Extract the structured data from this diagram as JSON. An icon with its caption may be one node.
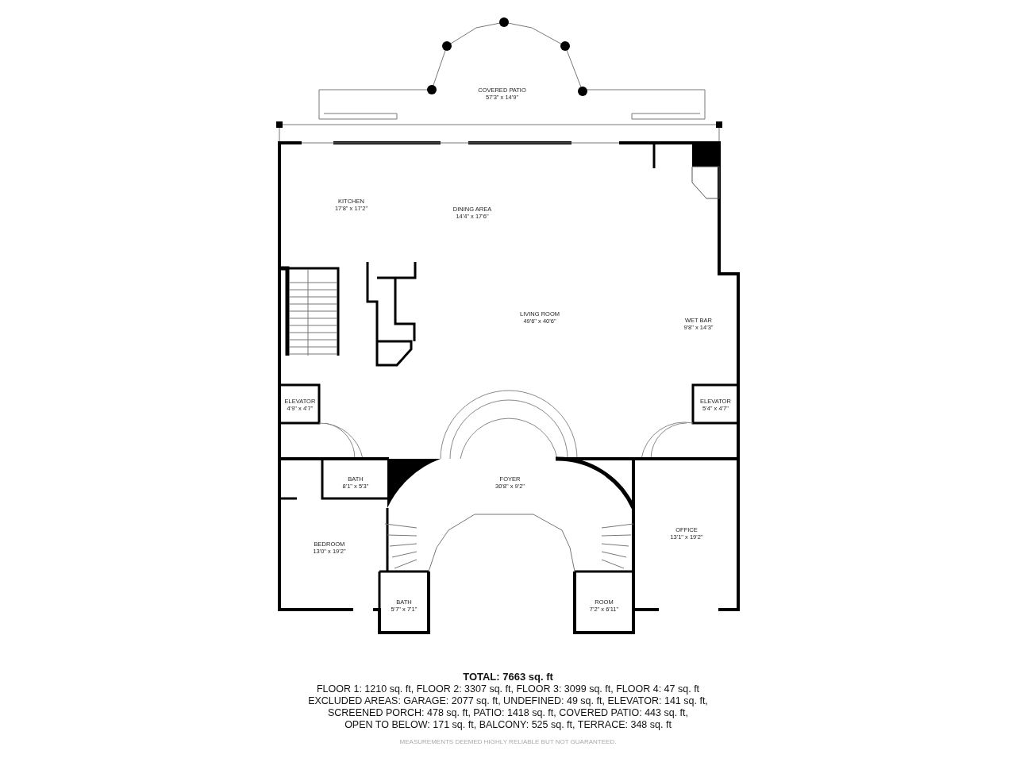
{
  "diagram": {
    "title": "TOTAL: 7663 sq. ft",
    "nodes": [
      {
        "text": [
          "COVERED PATIO",
          "57'3\" x 14'9\""
        ]
      },
      {
        "text": [
          "KITCHEN",
          "17'8\" x 17'2\""
        ]
      },
      {
        "text": [
          "DINING AREA",
          "14'4\" x 17'6\""
        ]
      },
      {
        "text": [
          "LIVING ROOM",
          "49'6\" x 40'6\""
        ]
      },
      {
        "text": [
          "WET BAR",
          "9'8\" x 14'3\""
        ]
      },
      {
        "text": [
          "ELEVATOR",
          "4'9\" x 4'7\""
        ]
      },
      {
        "text": [
          "ELEVATOR",
          "5'4\" x 4'7\""
        ]
      },
      {
        "text": [
          "BATH",
          "8'1\" x 5'3\""
        ]
      },
      {
        "text": [
          "FOYER",
          "30'8\" x 9'2\""
        ]
      },
      {
        "text": [
          "BEDROOM",
          "13'0\" x 19'2\""
        ]
      },
      {
        "text": [
          "OFFICE",
          "13'1\" x 19'2\""
        ]
      },
      {
        "text": [
          "BATH",
          "5'7\" x 7'1\""
        ]
      },
      {
        "text": [
          "ROOM",
          "7'2\" x 6'11\""
        ]
      }
    ],
    "labels": [
      "FLOOR 1: 1210 sq. ft, FLOOR 2: 3307 sq. ft, FLOOR 3: 3099 sq. ft, FLOOR 4: 47 sq. ft",
      "EXCLUDED AREAS: GARAGE: 2077 sq. ft, UNDEFINED: 49 sq. ft, ELEVATOR: 141 sq. ft,",
      "SCREENED PORCH: 478 sq. ft, PATIO: 1418 sq. ft, COVERED PATIO: 443 sq. ft,",
      "OPEN TO BELOW: 171 sq. ft, BALCONY: 525 sq. ft, TERRACE: 348 sq. ft",
      "MEASUREMENTS DEEMED HIGHLY RELIABLE BUT NOT GUARANTEED."
    ]
  }
}
